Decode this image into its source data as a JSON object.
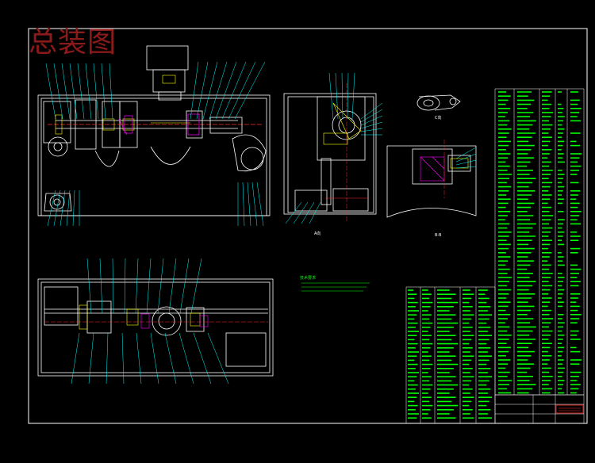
{
  "drawing": {
    "title": "总装图",
    "title_color": "#8b1a1a",
    "view_a_label": "A向",
    "view_b_label": "B-B",
    "view_c_label": "C向",
    "tech_notes_heading": "技术要求"
  },
  "colors": {
    "background": "#000000",
    "border": "#ffffff",
    "line": "#ffffff",
    "leader": "#00ffff",
    "centerline": "#ff2a2a",
    "parts_text": "#00ff00",
    "accent": "#ffff00",
    "magenta": "#ff00ff",
    "titleblock_red": "#ff2a2a"
  },
  "icons": {
    "motor": "motor-symbol",
    "gear": "gear-wheel-symbol",
    "belt": "belt-drive-symbol"
  }
}
